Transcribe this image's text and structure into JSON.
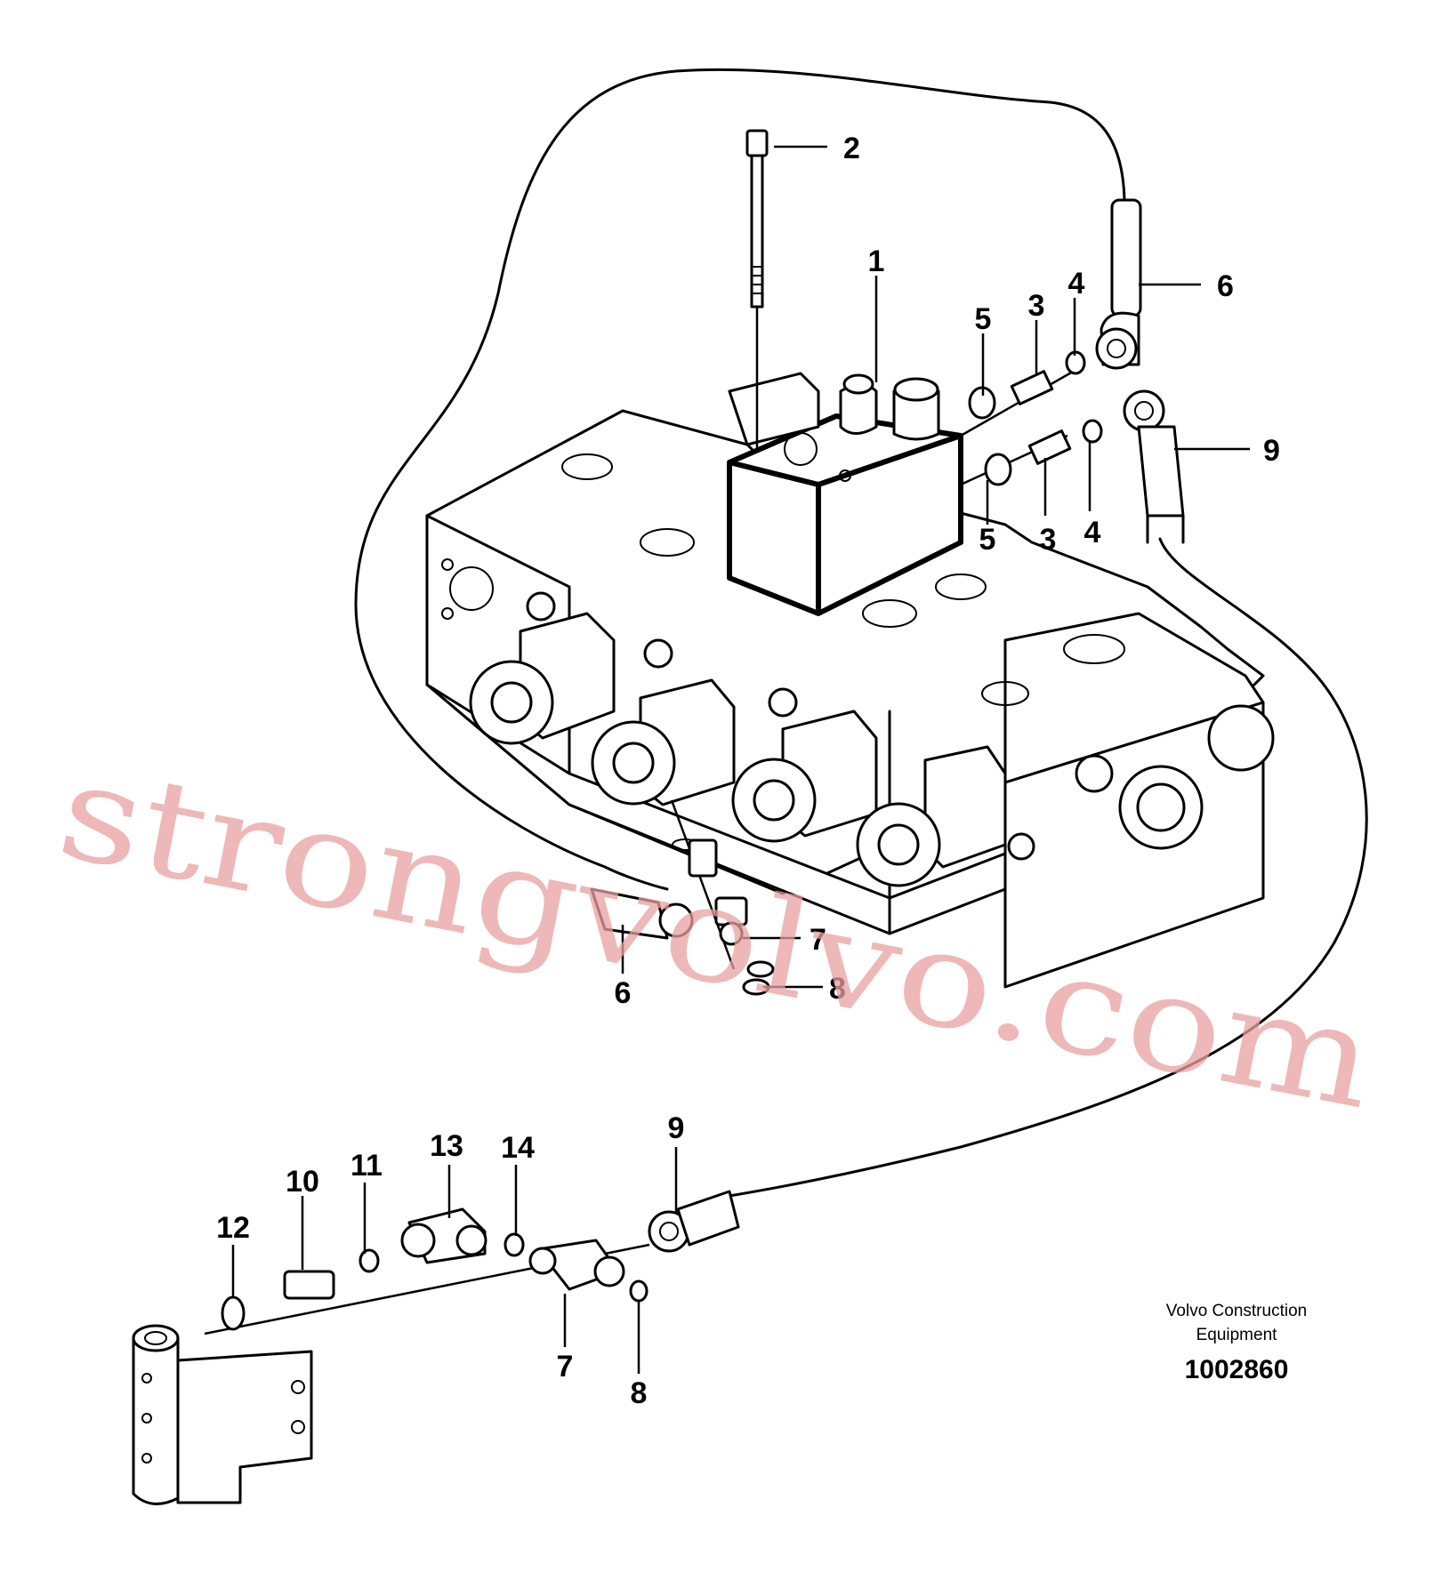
{
  "diagram": {
    "callouts": [
      {
        "id": "c1",
        "text": "1"
      },
      {
        "id": "c2",
        "text": "2"
      },
      {
        "id": "c6a",
        "text": "6"
      },
      {
        "id": "c5a",
        "text": "5"
      },
      {
        "id": "c3a",
        "text": "3"
      },
      {
        "id": "c4a",
        "text": "4"
      },
      {
        "id": "c9a",
        "text": "9"
      },
      {
        "id": "c5b",
        "text": "5"
      },
      {
        "id": "c3b",
        "text": "3"
      },
      {
        "id": "c4b",
        "text": "4"
      },
      {
        "id": "c7a",
        "text": "7"
      },
      {
        "id": "c8a",
        "text": "8"
      },
      {
        "id": "c6b",
        "text": "6"
      },
      {
        "id": "c13",
        "text": "13"
      },
      {
        "id": "c14",
        "text": "14"
      },
      {
        "id": "c9b",
        "text": "9"
      },
      {
        "id": "c11",
        "text": "11"
      },
      {
        "id": "c10",
        "text": "10"
      },
      {
        "id": "c12",
        "text": "12"
      },
      {
        "id": "c7b",
        "text": "7"
      },
      {
        "id": "c8b",
        "text": "8"
      }
    ],
    "brand_line1": "Volvo Construction",
    "brand_line2": "Equipment",
    "document_number": "1002860",
    "watermark": "strongvolvo.com"
  }
}
